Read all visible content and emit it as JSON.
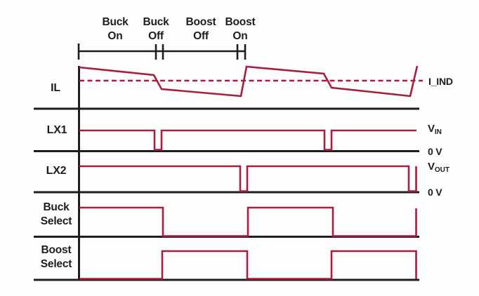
{
  "colors": {
    "signal": "#a81e3f",
    "axis": "#1d1d1b",
    "background": "#fdfdfd"
  },
  "phase_labels": [
    {
      "line1": "Buck",
      "line2": "On"
    },
    {
      "line1": "Buck",
      "line2": "Off"
    },
    {
      "line1": "Boost",
      "line2": "Off"
    },
    {
      "line1": "Boost",
      "line2": "On"
    }
  ],
  "row_labels": {
    "il": "IL",
    "lx1": "LX1",
    "lx2": "LX2",
    "buck_select": {
      "line1": "Buck",
      "line2": "Select"
    },
    "boost_select": {
      "line1": "Boost",
      "line2": "Select"
    }
  },
  "level_labels": {
    "i_ind": "I_IND",
    "vin": {
      "base": "V",
      "sub": "IN"
    },
    "zero_lx1": "0 V",
    "vout": {
      "base": "V",
      "sub": "OUT"
    },
    "zero_lx2": "0 V"
  },
  "waveform_data": {
    "type": "timing-diagram",
    "cycles_shown": 2,
    "phases": [
      "Buck On",
      "Buck Off",
      "Boost Off",
      "Boost On"
    ],
    "signals": [
      {
        "name": "IL",
        "kind": "analog",
        "behavior": "Inductor current: shallow down-ramp during Buck On, step down at Buck Off, shallow down-ramp during Boost Off, sharp step up at Boost On; ripples around the dashed average I_IND"
      },
      {
        "name": "LX1",
        "kind": "digital",
        "high_level": "V_IN",
        "low_level": "0 V",
        "pattern": "High at V_IN, with a brief 0 V pulse at each Buck Off transition"
      },
      {
        "name": "LX2",
        "kind": "digital",
        "high_level": "V_OUT",
        "low_level": "0 V",
        "pattern": "High at V_OUT, with a brief 0 V pulse at each Boost On transition"
      },
      {
        "name": "Buck Select",
        "kind": "digital",
        "pattern": "High during Buck On + Buck Off, low during Boost Off + Boost On"
      },
      {
        "name": "Boost Select",
        "kind": "digital",
        "pattern": "Low during Buck On + Buck Off, high during Boost Off + Boost On"
      }
    ]
  }
}
